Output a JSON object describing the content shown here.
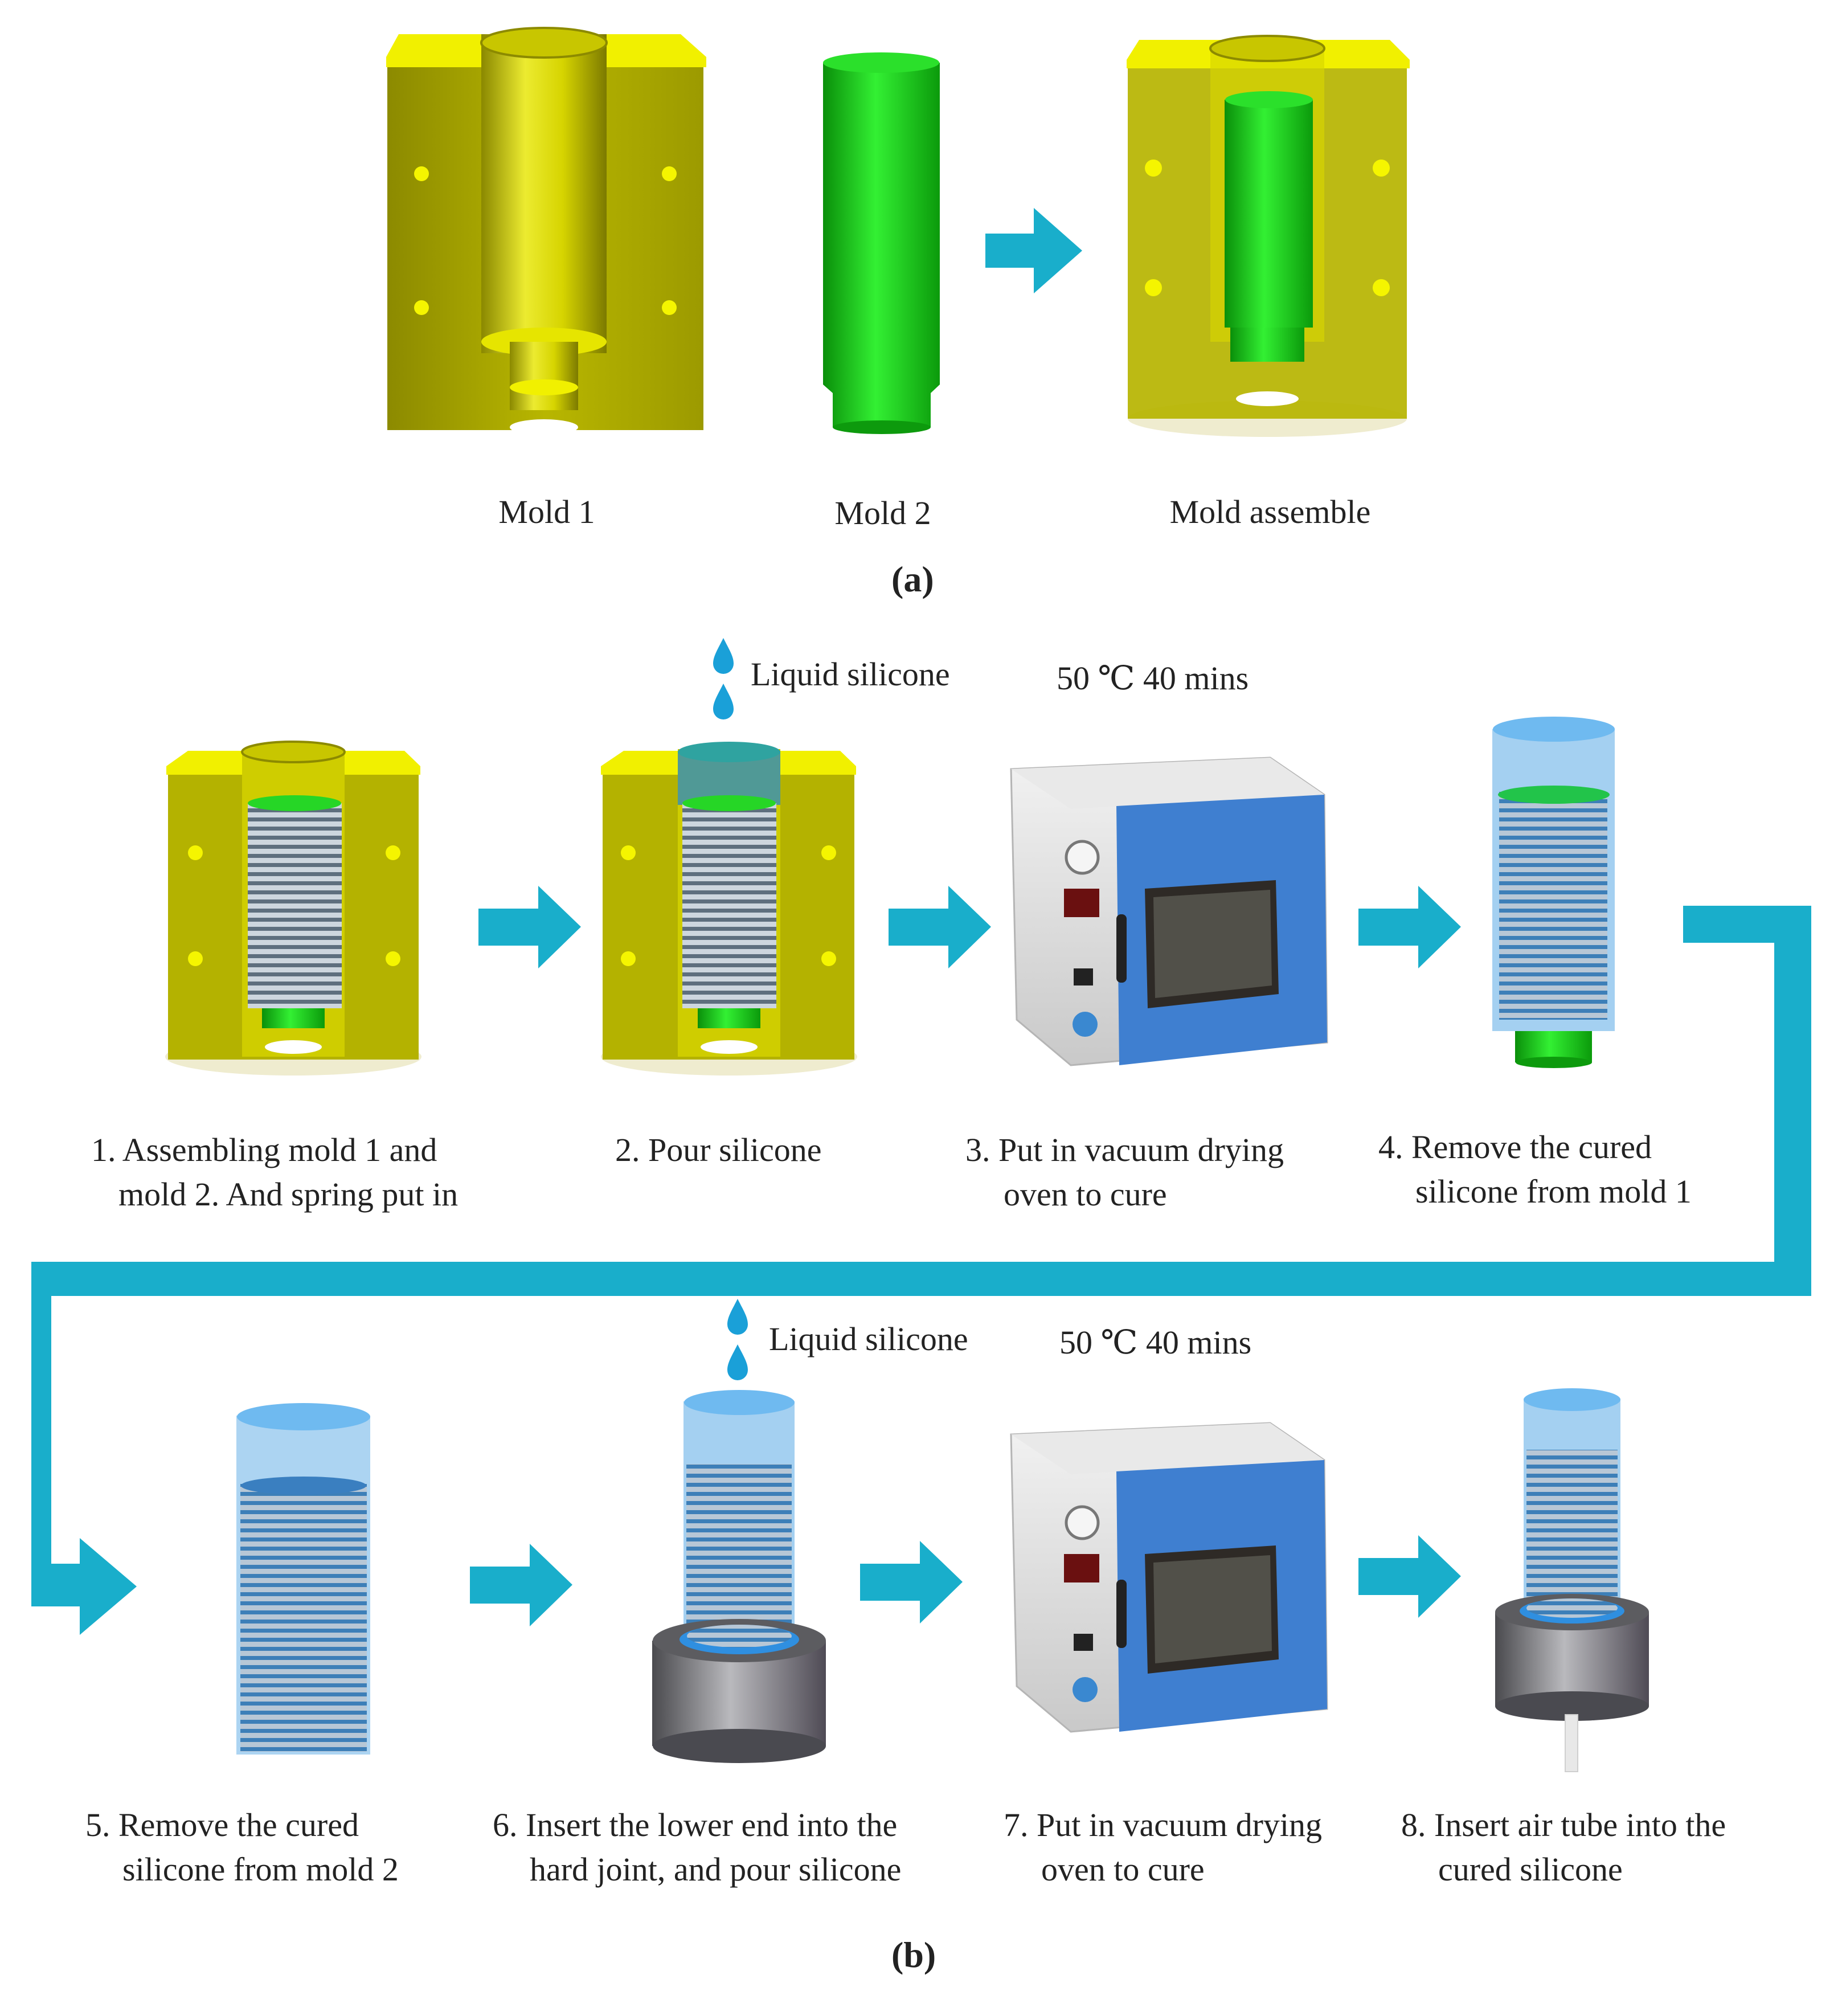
{
  "panel_a": {
    "letter": "a",
    "labels": [
      "Mold 1",
      "Mold 2",
      "Mold assemble"
    ]
  },
  "panel_b": {
    "letter": "b",
    "steps": [
      {
        "line1": "1. Assembling mold 1 and",
        "line2": "mold 2. And spring put in"
      },
      {
        "line1": "2. Pour silicone",
        "line2": ""
      },
      {
        "line1": "3. Put in vacuum drying",
        "line2": "oven to cure"
      },
      {
        "line1": "4. Remove the cured",
        "line2": "silicone from mold 1"
      },
      {
        "line1": "5. Remove the cured",
        "line2": "silicone from mold 2"
      },
      {
        "line1": "6. Insert the lower end  into the",
        "line2": "hard joint, and pour silicone"
      },
      {
        "line1": "7. Put in vacuum drying",
        "line2": "oven to cure"
      },
      {
        "line1": "8. Insert air tube into the",
        "line2": "cured silicone"
      }
    ],
    "annotations": {
      "liquid_top": "Liquid silicone",
      "cure_top": "50 ℃  40 mins",
      "liquid_bottom": "Liquid silicone",
      "cure_bottom": "50 ℃  40 mins"
    }
  },
  "colors": {
    "mold1": "#b5b400",
    "mold1_highlight": "#f3f200",
    "mold2": "#1fcc1f",
    "arrow": "#19aecb",
    "silicone": "#5aa9e6",
    "oven_door": "#3f7fd0",
    "joint": "#6f6f72"
  }
}
